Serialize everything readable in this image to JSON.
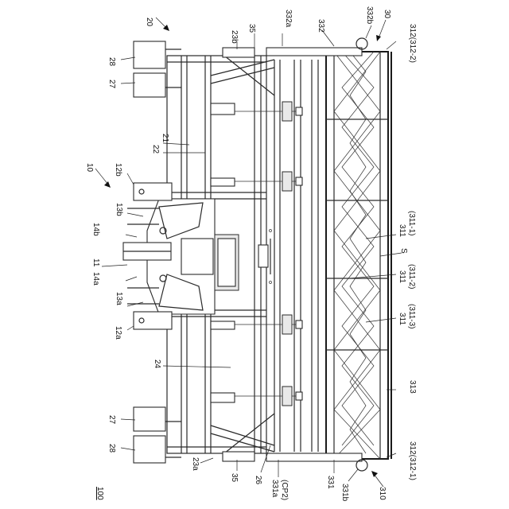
{
  "figure_number": "100",
  "labels": {
    "l20": "20",
    "l10": "10",
    "l30": "30",
    "l310": "310",
    "l28_top": "28",
    "l27_top": "27",
    "l27_bot": "27",
    "l28_bot": "28",
    "l23b": "23b",
    "l35_top": "35",
    "l332a": "332a",
    "l332": "332",
    "l332b": "332b",
    "l312_2": "312(312-2)",
    "l21": "21",
    "l22": "22",
    "l12b": "12b",
    "l13b": "13b",
    "l14b": "14b",
    "l11": "11",
    "l14a": "14a",
    "l13a": "13a",
    "l12a": "12a",
    "l24": "24",
    "l23a": "23a",
    "l35_bot": "35",
    "l26": "26",
    "l331a": "331a",
    "l cp2": "(CP2)",
    "l331": "331",
    "l331b": "331b",
    "l313": "313",
    "l312_1": "312(312-1)",
    "l311_a": "311",
    "l311_1": "(311-1)",
    "lS": "S",
    "l311_b": "311",
    "l311_2": "(311-2)",
    "l311_c": "311",
    "l311_3": "(311-3)"
  }
}
